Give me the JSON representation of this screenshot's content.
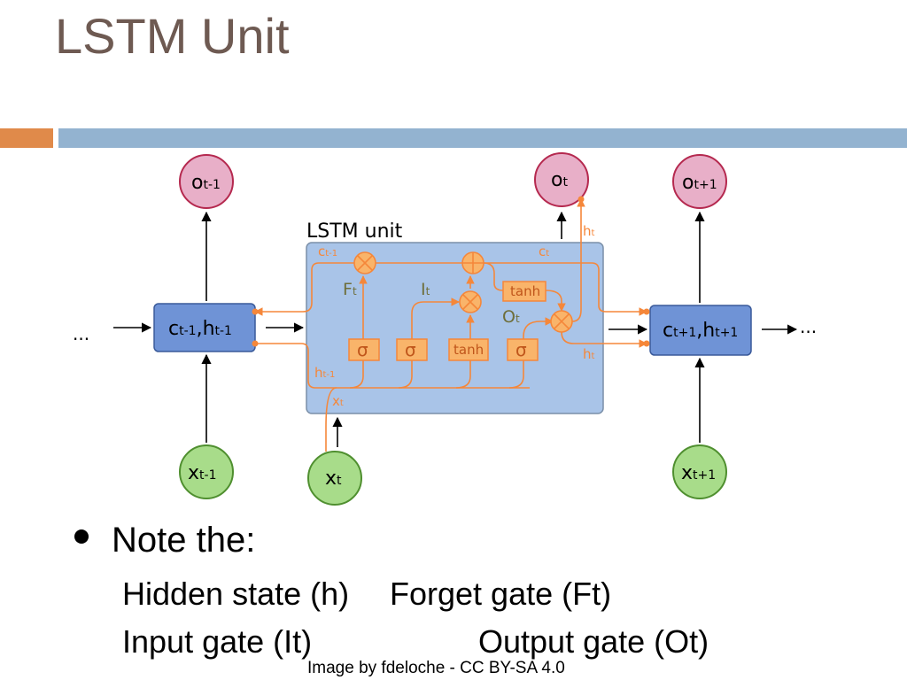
{
  "slide": {
    "title": "LSTM Unit",
    "credit": "Image by fdeloche - CC BY-SA 4.0"
  },
  "bullet": {
    "lead": "Note the:",
    "items": [
      "Hidden state (h)",
      "Forget gate (Ft)",
      "Input gate (It)",
      "Output gate (Ot)"
    ]
  },
  "diagram": {
    "unit_label": "LSTM unit",
    "ellipsis": "...",
    "nodes": {
      "out_prev": {
        "base": "o",
        "sub": "t-1"
      },
      "out_curr": {
        "base": "o",
        "sub": "t"
      },
      "out_next": {
        "base": "o",
        "sub": "t+1"
      },
      "in_prev": {
        "base": "x",
        "sub": "t-1"
      },
      "in_curr": {
        "base": "x",
        "sub": "t"
      },
      "in_next": {
        "base": "x",
        "sub": "t+1"
      },
      "state_prev": {
        "c": "c",
        "c_sub": "t-1",
        "h": "h",
        "h_sub": "t-1"
      },
      "state_next": {
        "c": "c",
        "c_sub": "t+1",
        "h": "h",
        "h_sub": "t+1"
      }
    },
    "inner_labels": {
      "c_prev": {
        "base": "c",
        "sub": "t-1"
      },
      "c_curr": {
        "base": "c",
        "sub": "t"
      },
      "h_prev": {
        "base": "h",
        "sub": "t-1"
      },
      "h_out_top": {
        "base": "h",
        "sub": "t"
      },
      "h_out_right": {
        "base": "h",
        "sub": "t"
      },
      "x_in": {
        "base": "x",
        "sub": "t"
      },
      "forget": {
        "base": "F",
        "sub": "t"
      },
      "input": {
        "base": "I",
        "sub": "t"
      },
      "output": {
        "base": "O",
        "sub": "t"
      }
    },
    "gates": {
      "sigma": "σ",
      "tanh": "tanh"
    },
    "colors": {
      "orange": "#f5873a",
      "gate_fill": "#f9b46a",
      "unit_fill": "#a9c4e8",
      "state_box": "#6f93d6",
      "output_node": "#e8afc8",
      "output_stroke": "#b5294f",
      "input_node": "#a8dc8a",
      "input_stroke": "#4f8f2f"
    }
  }
}
